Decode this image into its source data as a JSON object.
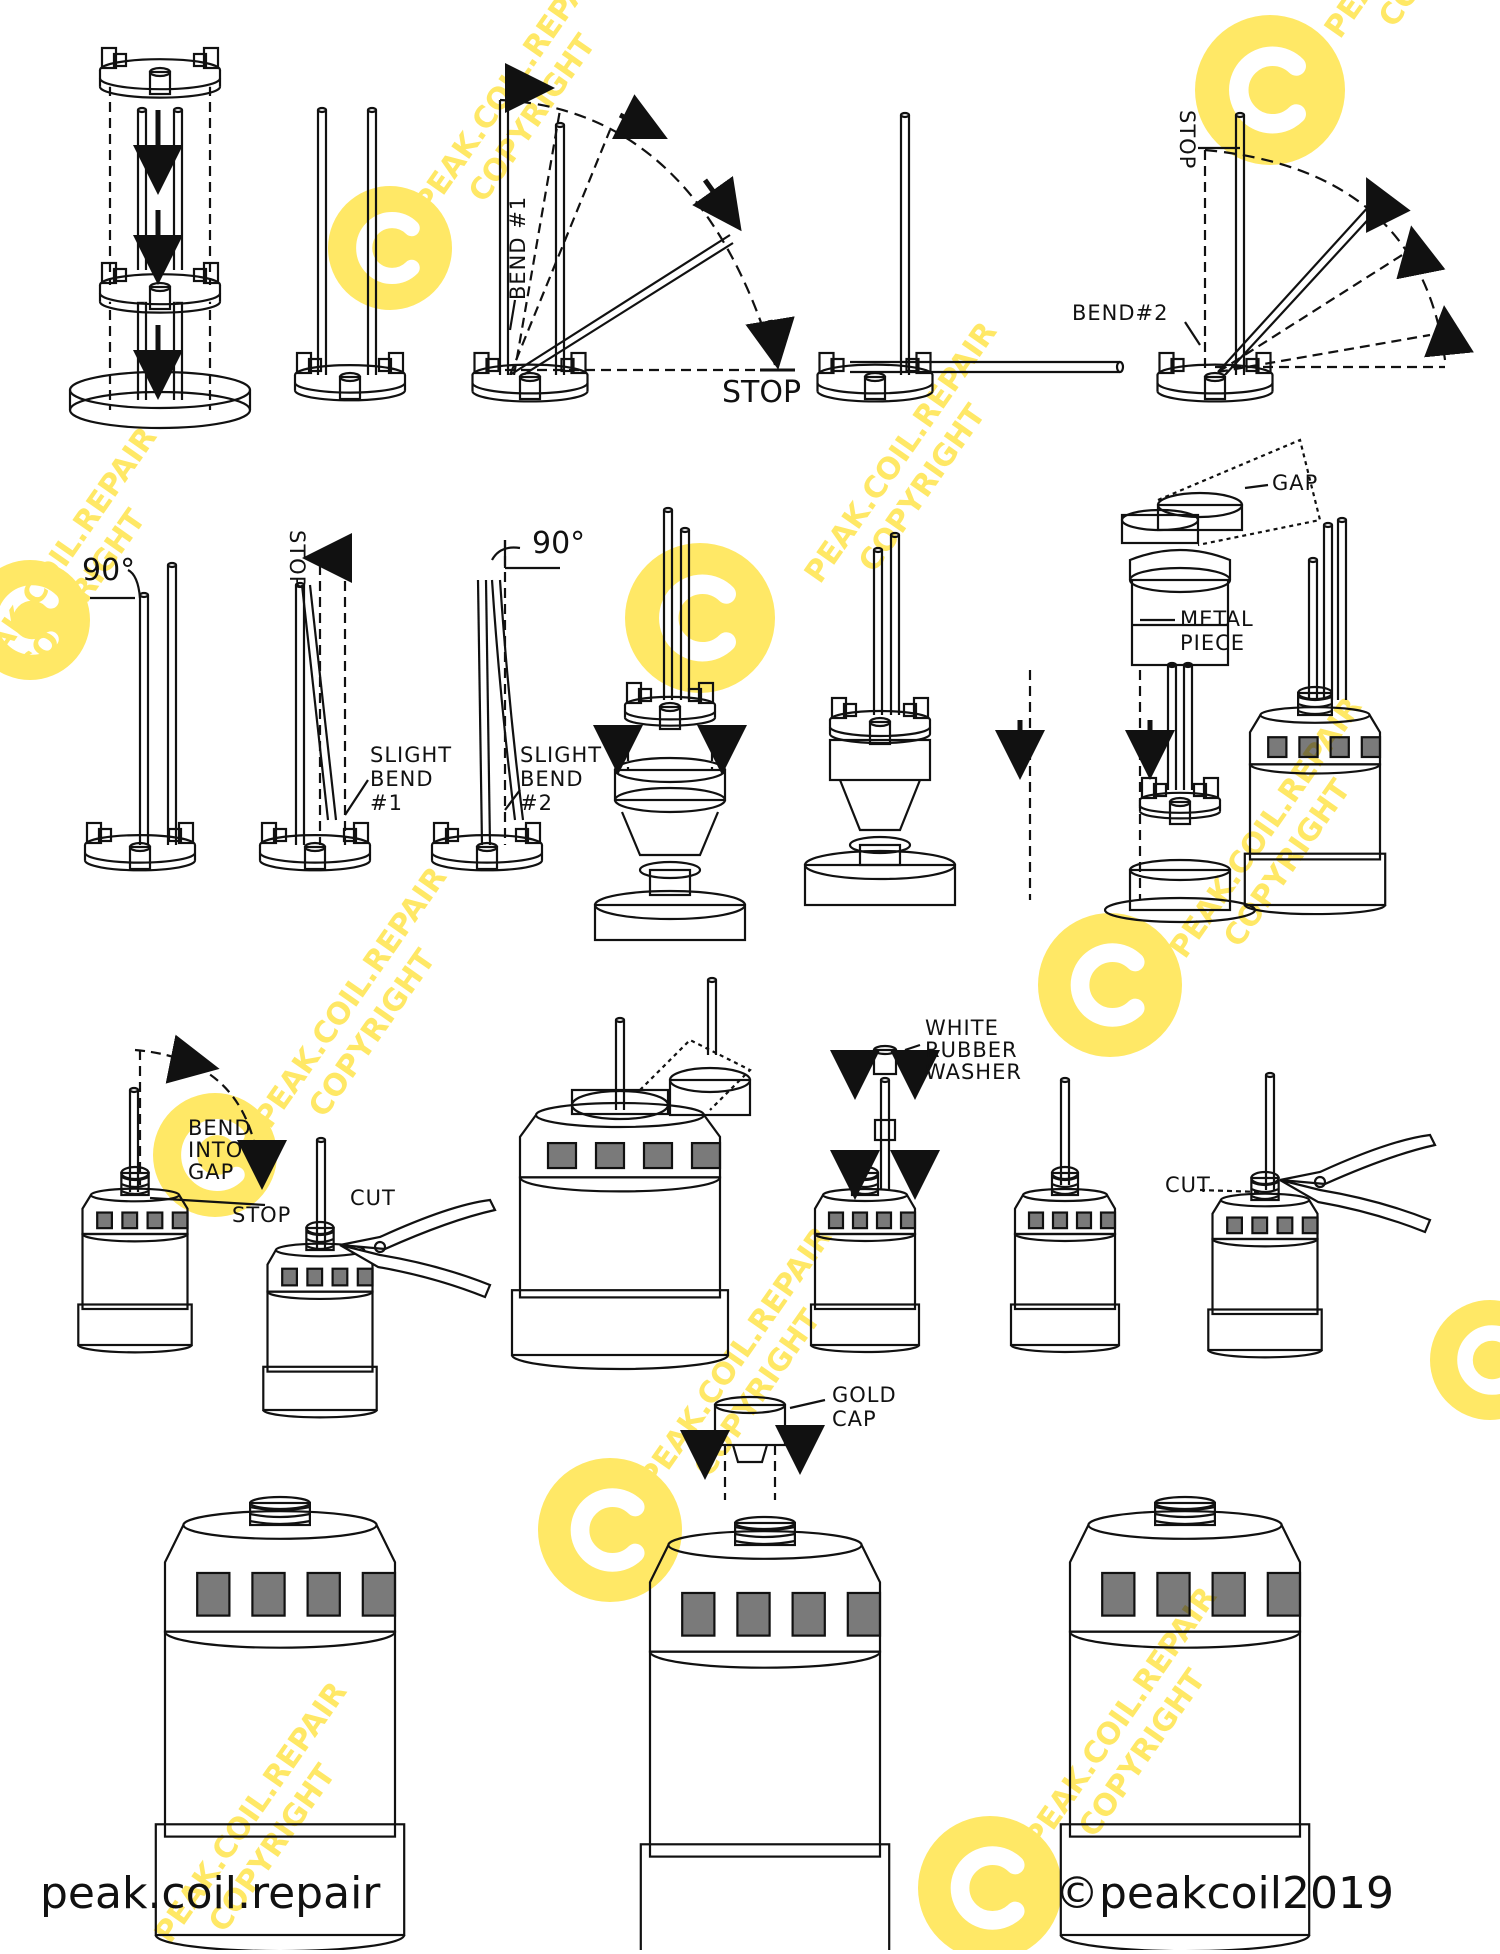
{
  "labels": {
    "stop": "STOP",
    "bend1": "BEND #1",
    "bend2": "BEND#2",
    "deg90": "90°",
    "slight_bend_1": [
      "SLIGHT",
      "BEND",
      "#1"
    ],
    "slight_bend_2": [
      "SLIGHT",
      "BEND",
      "#2"
    ],
    "gap": "GAP",
    "metal_piece": [
      "METAL",
      "PIECE"
    ],
    "bend_into_gap": [
      "BEND",
      "INTO",
      "GAP"
    ],
    "cut": "CUT",
    "white_rubber_washer": [
      "WHITE",
      "RUBBER",
      "WASHER"
    ],
    "gold_cap": [
      "GOLD",
      "CAP"
    ]
  },
  "watermark": {
    "line1": "PEAK.COIL.REPAIR",
    "line2": "COPYRIGHT",
    "color": "#FFE866"
  },
  "footer": {
    "left": "peak.coil.repair",
    "right": "©peakcoil2019"
  }
}
